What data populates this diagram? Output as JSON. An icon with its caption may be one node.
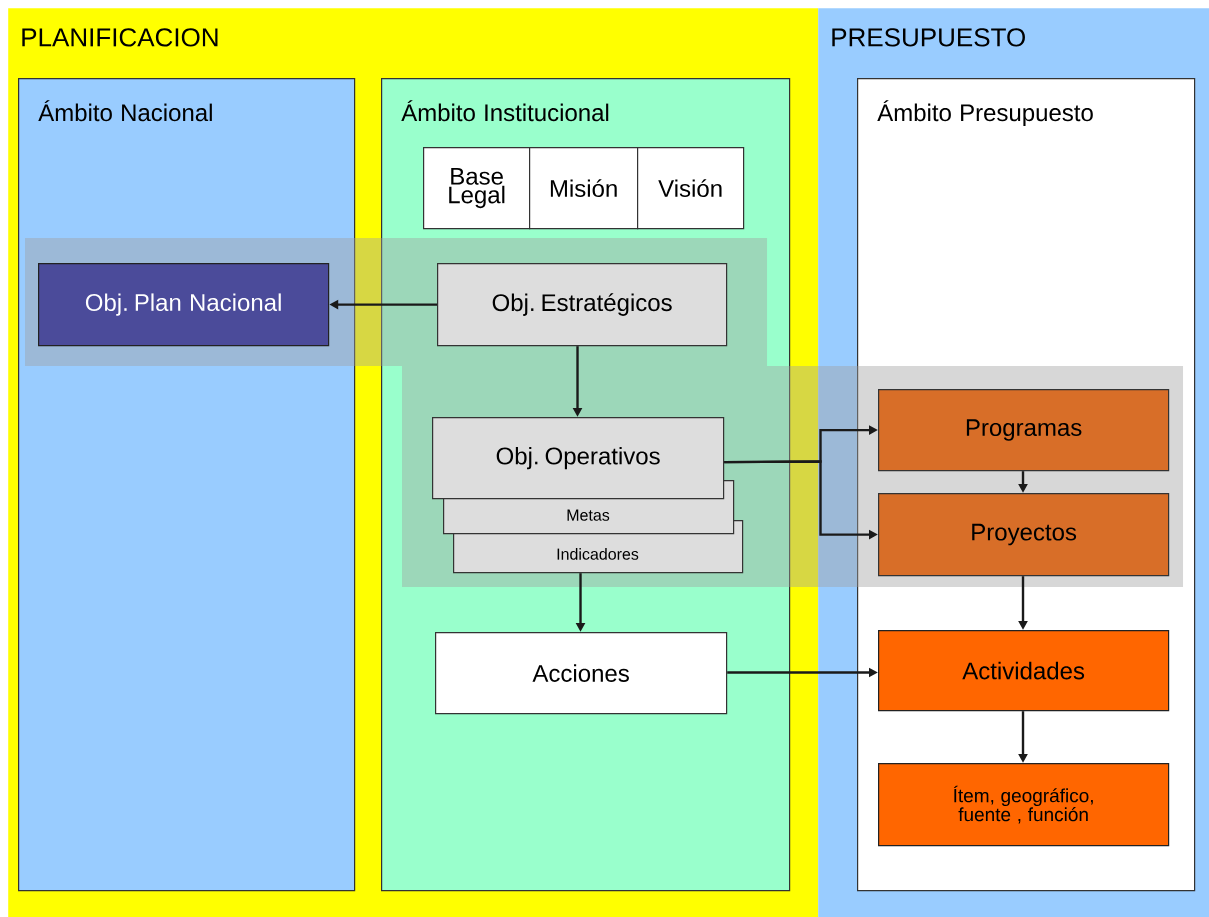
{
  "diagram": {
    "nodes": [
      {
        "text": [
          "PLANIFICACION"
        ]
      },
      {
        "text": [
          "PRESUPUESTO"
        ]
      },
      {
        "text": [
          "Ámbito Nacional"
        ],
        "in": 0
      },
      {
        "text": [
          "Ámbito Institucional"
        ],
        "in": 0
      },
      {
        "text": [
          "Ámbito Presupuesto"
        ],
        "in": 1
      },
      {
        "text": [
          "Base Legal"
        ],
        "in": 3
      },
      {
        "text": [
          "Misión"
        ],
        "in": 3
      },
      {
        "text": [
          "Visión"
        ],
        "in": 3
      },
      {
        "text": [
          "Obj. Plan Nacional"
        ],
        "in": 2
      },
      {
        "text": [
          "Obj. Estratégicos"
        ],
        "in": 3
      },
      {
        "text": [
          "Obj. Operativos"
        ],
        "in": 3
      },
      {
        "text": [
          "Metas"
        ],
        "in": 3
      },
      {
        "text": [
          "Indicadores"
        ],
        "in": 3
      },
      {
        "text": [
          "Acciones"
        ],
        "in": 3
      },
      {
        "text": [
          "Programas"
        ],
        "in": 4
      },
      {
        "text": [
          "Proyectos"
        ],
        "in": 4
      },
      {
        "text": [
          "Actividades"
        ],
        "in": 4
      },
      {
        "text": [
          "Ítem, geográfico, fuente , función"
        ],
        "in": 4
      }
    ],
    "edges": [
      {
        "from": 9,
        "to": 8,
        "arrow": "to"
      },
      {
        "from": 9,
        "to": 10,
        "arrow": "to"
      },
      {
        "from": 10,
        "to": 14,
        "arrow": "to"
      },
      {
        "from": 10,
        "to": 15,
        "arrow": "to"
      },
      {
        "from": 14,
        "to": 15,
        "arrow": "to"
      },
      {
        "from": 12,
        "to": 13,
        "arrow": "to"
      },
      {
        "from": 15,
        "to": 16,
        "arrow": "to"
      },
      {
        "from": 13,
        "to": 16,
        "arrow": "to"
      },
      {
        "from": 16,
        "to": 17,
        "arrow": "to"
      }
    ]
  }
}
